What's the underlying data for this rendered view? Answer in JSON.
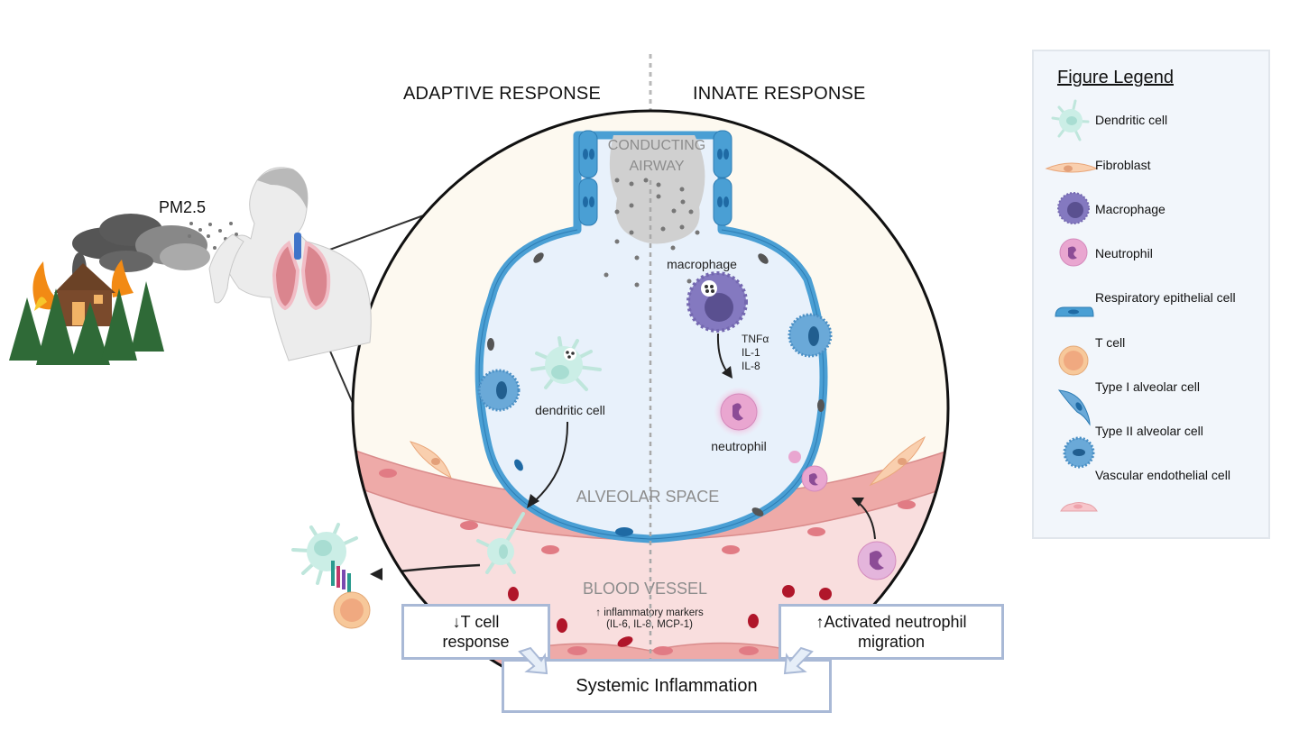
{
  "headings": {
    "adaptive": "ADAPTIVE RESPONSE",
    "innate": "INNATE RESPONSE"
  },
  "exposure": {
    "pollutant_label": "PM2.5"
  },
  "region_labels": {
    "conducting_airway_line1": "CONDUCTING",
    "conducting_airway_line2": "AIRWAY",
    "alveolar_space": "ALVEOLAR SPACE",
    "blood_vessel": "BLOOD VESSEL"
  },
  "cell_labels": {
    "macrophage": "macrophage",
    "dendritic_cell": "dendritic cell",
    "neutrophil": "neutrophil"
  },
  "cytokines": [
    "TNFα",
    "IL-1",
    "IL-8"
  ],
  "inflammatory_markers": {
    "line1": "↑ inflammatory markers",
    "line2": "(IL-6, IL-8, MCP-1)"
  },
  "callouts": {
    "t_cell": {
      "line1": "↓T cell",
      "line2": "response"
    },
    "neutrophil": {
      "line1": "↑Activated neutrophil",
      "line2": "migration"
    },
    "systemic": "Systemic Inflammation"
  },
  "legend": {
    "title": "Figure Legend",
    "items": [
      {
        "label": "Dendritic cell",
        "icon": "dendritic-cell-icon"
      },
      {
        "label": "Fibroblast",
        "icon": "fibroblast-icon"
      },
      {
        "label": "Macrophage",
        "icon": "macrophage-icon"
      },
      {
        "label": "Neutrophil",
        "icon": "neutrophil-icon"
      },
      {
        "label": "Respiratory epithelial cell",
        "icon": "respiratory-epithelial-cell-icon"
      },
      {
        "label": "T cell",
        "icon": "t-cell-icon"
      },
      {
        "label": "Type I alveolar cell",
        "icon": "type-1-alveolar-cell-icon"
      },
      {
        "label": "Type II alveolar cell",
        "icon": "type-2-alveolar-cell-icon"
      },
      {
        "label": "Vascular endothelial cell",
        "icon": "vascular-endothelial-cell-icon"
      }
    ]
  },
  "colors": {
    "epithelium_blue": "#4a9fd4",
    "alveolar_fill": "#e8f1fb",
    "tissue_cream": "#fdf9f0",
    "vessel_pink": "#f9dede",
    "endothelium_pink": "#eeaaa8",
    "macrophage_purple": "#8479c0",
    "neutrophil_pink": "#e9a6d0",
    "dendritic_green": "#cbeee6",
    "t_cell_orange": "#f7c89a",
    "rbc_red": "#b0162a",
    "callout_border": "#a9b9d6",
    "legend_bg": "#f2f6fb"
  }
}
